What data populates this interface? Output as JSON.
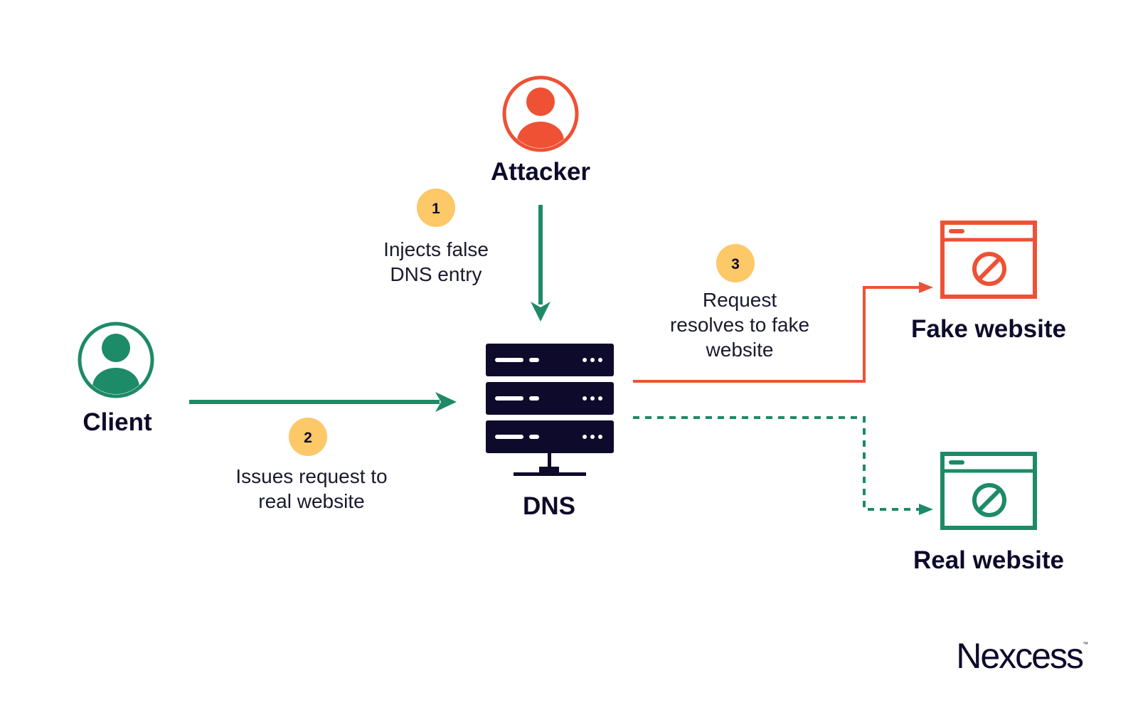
{
  "nodes": {
    "attacker": "Attacker",
    "client": "Client",
    "dns": "DNS",
    "fake_website": "Fake website",
    "real_website": "Real website"
  },
  "steps": [
    {
      "number": "1",
      "line1": "Injects false",
      "line2": "DNS entry"
    },
    {
      "number": "2",
      "line1": "Issues request to",
      "line2": "real website"
    },
    {
      "number": "3",
      "line1": "Request",
      "line2": "resolves to fake",
      "line3": "website"
    }
  ],
  "brand": {
    "name": "Nexcess",
    "mark": "™"
  },
  "icons": {
    "attacker": "user-circle-icon",
    "client": "user-circle-icon",
    "dns": "server-icon",
    "fake_website": "blocked-browser-icon",
    "real_website": "blocked-browser-icon"
  },
  "colors": {
    "attacker": "#ee5134",
    "client": "#1d8a68",
    "badge": "#fcc868",
    "dns": "#0d0a2b",
    "text": "#0d0a2b"
  }
}
